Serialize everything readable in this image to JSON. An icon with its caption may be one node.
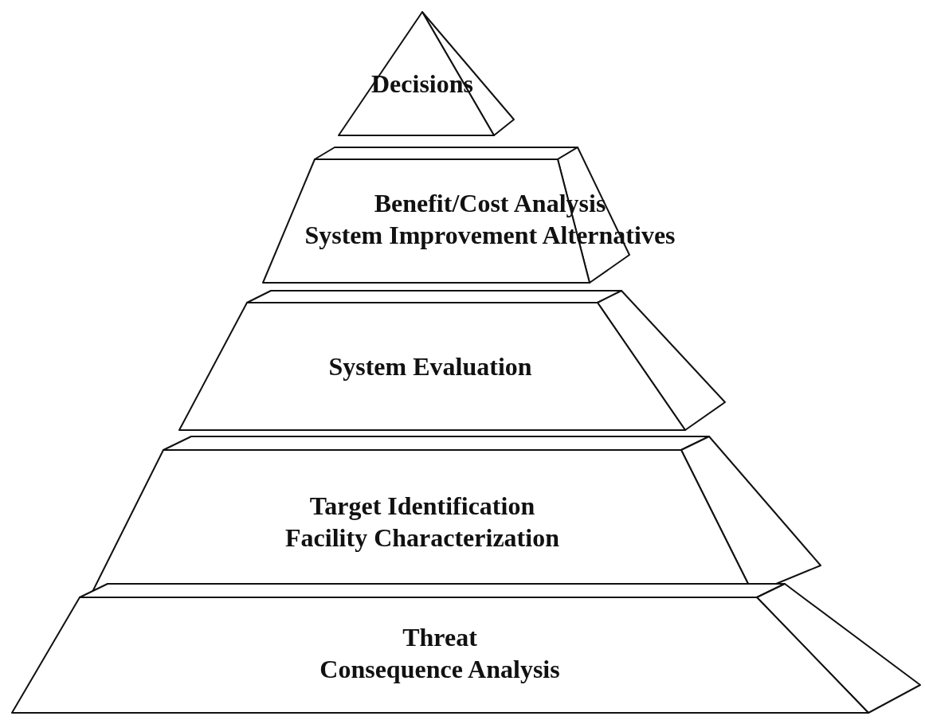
{
  "diagram": {
    "nodes": [
      {
        "text": [
          "Decisions"
        ]
      },
      {
        "text": [
          "Benefit/Cost Analysis",
          "System Improvement Alternatives"
        ]
      },
      {
        "text": [
          "System Evaluation"
        ]
      },
      {
        "text": [
          "Target Identification",
          "Facility Characterization"
        ]
      },
      {
        "text": [
          "Threat",
          "Consequence Analysis"
        ]
      }
    ]
  }
}
